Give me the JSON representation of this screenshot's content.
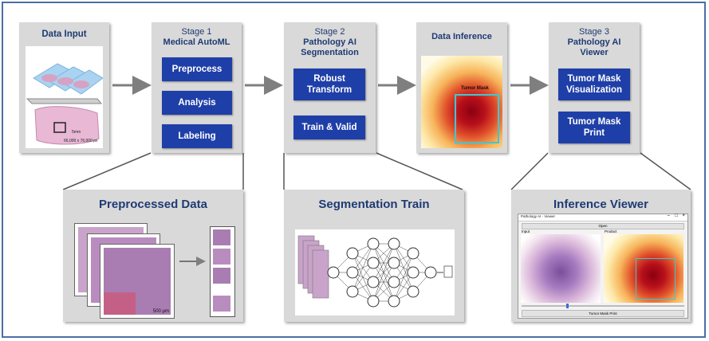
{
  "top_panels": {
    "data_input": {
      "title": "Data Input",
      "scale_text": "5mm",
      "size_text": "66,000 x 76,000 px"
    },
    "stage1": {
      "line1": "Stage 1",
      "line2": "Medical AutoML",
      "buttons": [
        "Preprocess",
        "Analysis",
        "Labeling"
      ]
    },
    "stage2": {
      "line1": "Stage 2",
      "line2": "Pathology AI",
      "line3": "Segmentation",
      "buttons": [
        [
          "Robust",
          "Transform"
        ],
        [
          "Train & Valid"
        ]
      ]
    },
    "data_inference": {
      "title": "Data Inference",
      "overlay_label": "Tumor Mask"
    },
    "stage3": {
      "line1": "Stage 3",
      "line2": "Pathology AI",
      "line3": "Viewer",
      "buttons": [
        [
          "Tumor Mask",
          "Visualization"
        ],
        [
          "Tumor Mask",
          "Print"
        ]
      ]
    }
  },
  "bottom_panels": {
    "preprocessed": {
      "title": "Preprocessed Data",
      "scale_text": "500 μm"
    },
    "segmentation": {
      "title": "Segmentation Train"
    },
    "viewer": {
      "title": "Inference Viewer",
      "window_title": "Pathology AI - Viewer",
      "open_label": "Open",
      "input_label": "Input",
      "product_label": "Product",
      "print_label": "Tumor Mask Print",
      "window_controls": [
        "–",
        "□",
        "×"
      ]
    }
  },
  "colors": {
    "panel_bg": "#d9d9d9",
    "button_bg": "#1f3fa8",
    "title_text": "#1f3b73",
    "arrow": "#7f7f7f"
  }
}
